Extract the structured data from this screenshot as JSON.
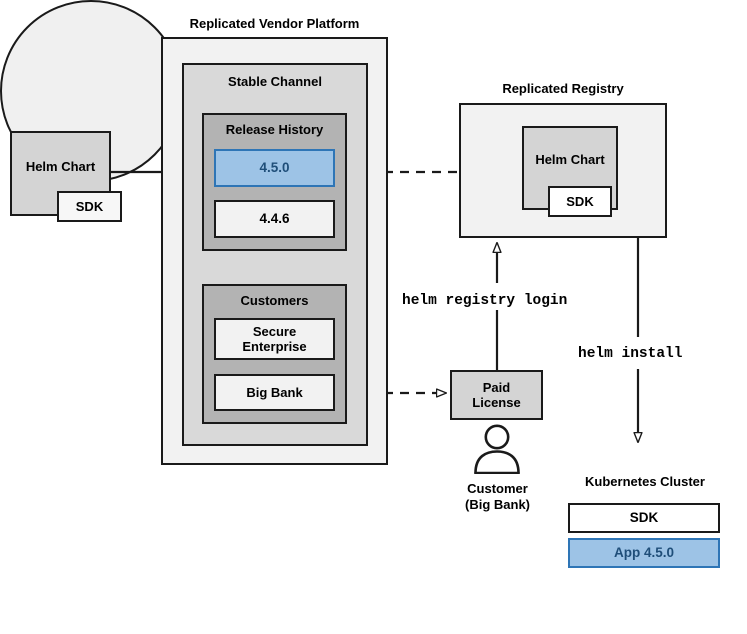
{
  "diagram": {
    "title_labels": {
      "platform": "Replicated Vendor Platform",
      "registry": "Replicated Registry"
    },
    "vendor_platform": {
      "label": "Replicated Vendor Platform",
      "stable_channel": {
        "label": "Stable Channel",
        "release_history": {
          "label": "Release History",
          "releases": [
            {
              "version": "4.5.0",
              "highlighted": true
            },
            {
              "version": "4.4.6",
              "highlighted": false
            }
          ]
        },
        "customers": {
          "label": "Customers",
          "entries": [
            {
              "name": "Secure\nEnterprise",
              "line1": "Secure",
              "line2": "Enterprise"
            },
            {
              "name": "Big Bank",
              "line1": "Big Bank",
              "line2": ""
            }
          ]
        }
      }
    },
    "source_helm_chart": {
      "label": "Helm Chart",
      "sdk_label": "SDK"
    },
    "registry": {
      "label": "Replicated Registry",
      "helm_chart_label": "Helm Chart",
      "sdk_label": "SDK"
    },
    "paid_license": {
      "line1": "Paid",
      "line2": "License"
    },
    "customer_actor": {
      "icon": "person-icon",
      "line1": "Customer",
      "line2": "(Big Bank)"
    },
    "kubernetes_cluster": {
      "label": "Kubernetes Cluster",
      "components": [
        {
          "label": "SDK",
          "highlighted": false
        },
        {
          "label": "App 4.5.0",
          "highlighted": true
        }
      ]
    },
    "commands": {
      "registry_login": "helm registry login",
      "install": "helm install"
    },
    "colors": {
      "highlight_fill": "#9dc3e6",
      "highlight_stroke": "#2e75b6",
      "highlight_text": "#1f4e79",
      "stroke": "#1a1a1a",
      "platform_fill": "#f2f2f2",
      "channel_fill": "#d9d9d9",
      "group_fill": "#b3b3b3",
      "node_fill": "#d4d4d4",
      "light_fill": "#f2f2f2"
    }
  }
}
